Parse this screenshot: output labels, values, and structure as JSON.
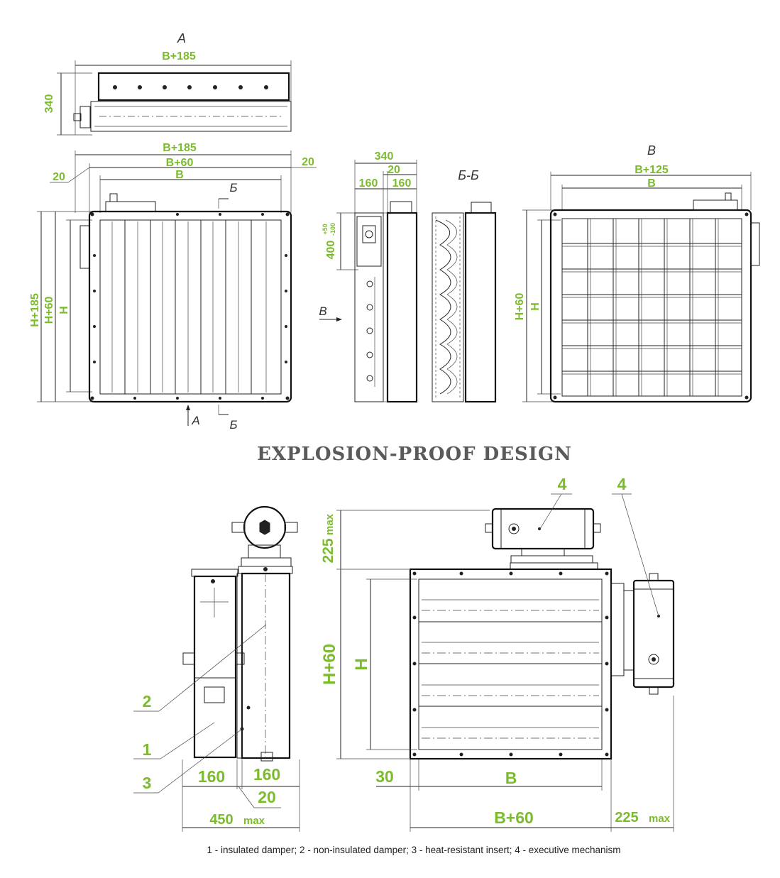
{
  "views": {
    "view_a": "A",
    "view_b": "В",
    "section": "Б-Б",
    "cut_mark": "Б",
    "arrow_a": "A",
    "arrow_b": "В"
  },
  "dims_top": {
    "top_width": "B+185",
    "top_height": "340",
    "front_b185": "B+185",
    "front_b60": "B+60",
    "front_b": "B",
    "front_20_left": "20",
    "front_20_right": "20",
    "front_h185": "H+185",
    "front_h60": "H+60",
    "front_h": "H",
    "side_340": "340",
    "side_20": "20",
    "side_160_left": "160",
    "side_160_right": "160",
    "side_400": "400",
    "side_tol_plus": "+50",
    "side_tol_minus": "-100",
    "grille_b125": "B+125",
    "grille_b": "B",
    "grille_h60": "H+60",
    "grille_h": "H"
  },
  "title": "EXPLOSION-PROOF DESIGN",
  "dims_bottom": {
    "side_160_left": "160",
    "side_160_right": "160",
    "side_20": "20",
    "side_450": "450",
    "side_450_suffix": "max",
    "front_225_top": "225",
    "front_225_top_suffix": "max",
    "front_h60": "H+60",
    "front_h": "H",
    "front_30": "30",
    "front_b": "B",
    "front_b60": "B+60",
    "front_225_right": "225",
    "front_225_right_suffix": "max"
  },
  "callouts": {
    "c1": "1",
    "c2": "2",
    "c3": "3",
    "c4a": "4",
    "c4b": "4"
  },
  "caption": "1 - insulated damper; 2 - non-insulated damper; 3 - heat-resistant insert; 4 - executive mechanism",
  "colors": {
    "dimension": "#7dbb2e",
    "title": "#5a5a5a"
  }
}
